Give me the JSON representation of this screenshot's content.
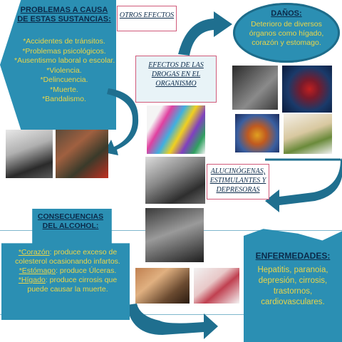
{
  "causes": {
    "title": "PROBLEMAS A CAUSA DE ESTAS SUSTANCIAS:",
    "items": [
      "*Accidentes de tránsitos.",
      "*Problemas psicológicos.",
      "*Ausentismo laboral o escolar.",
      "*Violencia.",
      "*Delincuencia.",
      "*Muerte.",
      "*Bandalismo."
    ]
  },
  "otros_efectos": "OTROS EFECTOS",
  "efectos": "EFECTOS DE LAS DROGAS EN EL ORGANISMO",
  "danos": {
    "title": "DAÑOS:",
    "body": "Deterioro de diversos órganos como hígado, corazón y estomago."
  },
  "tipos": "ALUCINÓGENAS, ESTIMULANTES Y DEPRESORAS",
  "alcohol": {
    "title": "CONSECUENCIAS DEL ALCOHOL:",
    "items": [
      {
        "term": "*Corazón",
        "text": ": produce exceso de colesterol ocasionando infartos."
      },
      {
        "term": "*Estómago",
        "text": ": produce Úlceras."
      },
      {
        "term": "*Hígado",
        "text": ": produce cirrosis que puede causar la muerte."
      }
    ]
  },
  "enfermedades": {
    "title": "ENFERMEDADES:",
    "body": "Hepatitis, paranoia, depresión, cirrosis, trastornos, cardiovasculares."
  },
  "colors": {
    "teal": "#2b8fb3",
    "title_text": "#0b2a4a",
    "body_text": "#e9d54a",
    "box_border": "#d05a7a"
  }
}
